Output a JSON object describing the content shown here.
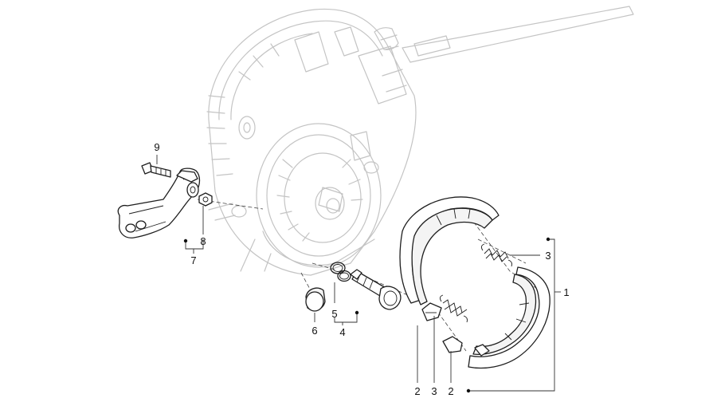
{
  "callouts": {
    "c1": "1",
    "c2a": "2",
    "c2b": "2",
    "c3a": "3",
    "c3b": "3",
    "c4": "4",
    "c5": "5",
    "c6": "6",
    "c7": "7",
    "c8": "8",
    "c9": "9"
  }
}
